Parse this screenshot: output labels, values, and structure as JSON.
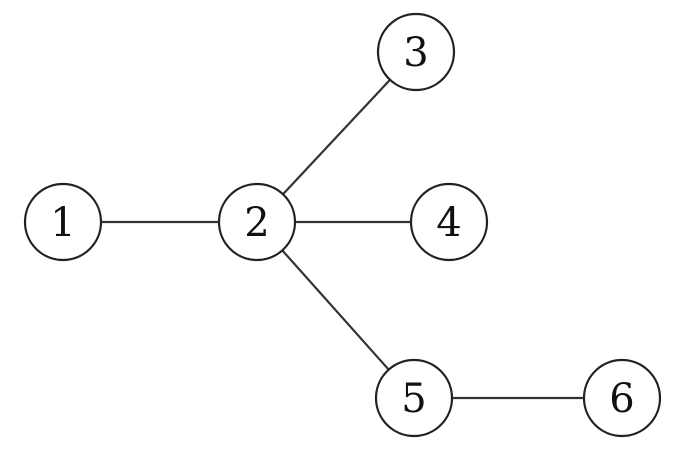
{
  "graph": {
    "nodes": [
      {
        "id": "1",
        "label": "1"
      },
      {
        "id": "2",
        "label": "2"
      },
      {
        "id": "3",
        "label": "3"
      },
      {
        "id": "4",
        "label": "4"
      },
      {
        "id": "5",
        "label": "5"
      },
      {
        "id": "6",
        "label": "6"
      }
    ],
    "edges": [
      {
        "from": "1",
        "to": "2"
      },
      {
        "from": "2",
        "to": "3"
      },
      {
        "from": "2",
        "to": "4"
      },
      {
        "from": "2",
        "to": "5"
      },
      {
        "from": "5",
        "to": "6"
      }
    ]
  },
  "colors": {
    "edge": "#333333",
    "node_stroke": "#222222",
    "node_fill": "#ffffff",
    "label": "#111111"
  }
}
